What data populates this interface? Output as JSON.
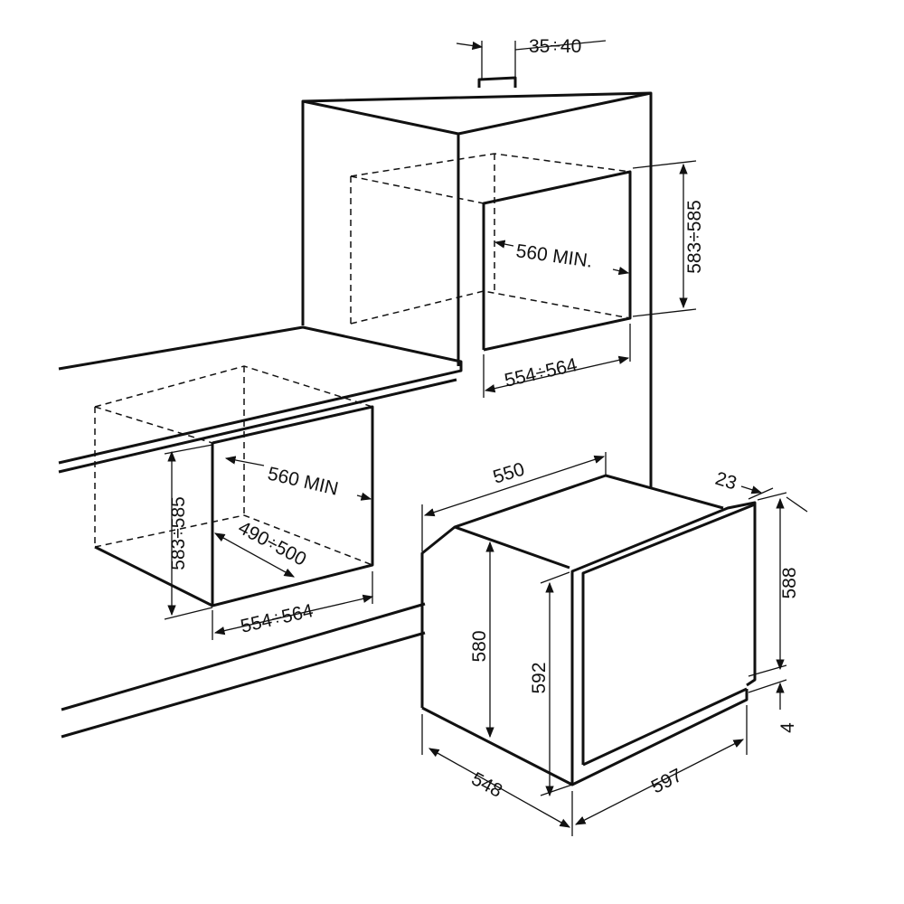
{
  "title": "Built-in oven installation dimensions",
  "dimensions": {
    "vent_gap": "35÷40",
    "upper_niche_height": "583÷585",
    "upper_niche_depth": "560 MIN.",
    "upper_niche_width": "554÷564",
    "oven_depth_top": "550",
    "door_thickness": "23",
    "lower_niche_depth": "560 MIN",
    "lower_niche_height": "583÷585",
    "lower_niche_inner_depth": "490÷500",
    "lower_niche_width": "554÷564",
    "oven_body_height": "580",
    "oven_front_height": "592",
    "door_height": "588",
    "bottom_gap": "4",
    "oven_side_depth": "548",
    "oven_width": "597"
  },
  "colors": {
    "line": "#111111",
    "background": "#ffffff"
  }
}
